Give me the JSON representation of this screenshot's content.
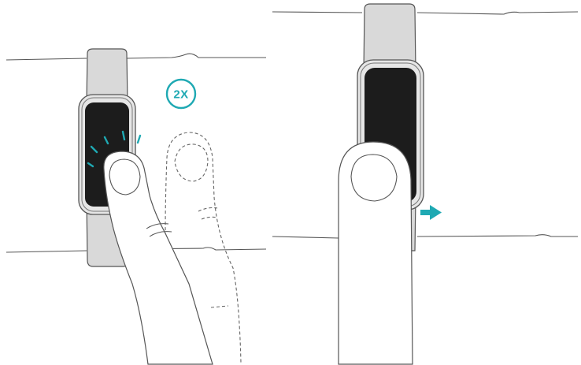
{
  "colors": {
    "accent": "#1fa9b3",
    "outline": "#555555",
    "band": "#d9d9d9",
    "screen": "#1c1c1c",
    "background": "#ffffff"
  },
  "panels": [
    {
      "gesture": "double-tap",
      "badge": {
        "text": "2X"
      },
      "icons": [
        "wristband-icon",
        "finger-icon",
        "tap-marks-icon",
        "dashed-finger-icon"
      ]
    },
    {
      "gesture": "swipe-right",
      "icons": [
        "wristband-icon",
        "finger-icon",
        "right-arrow-icon"
      ]
    }
  ]
}
